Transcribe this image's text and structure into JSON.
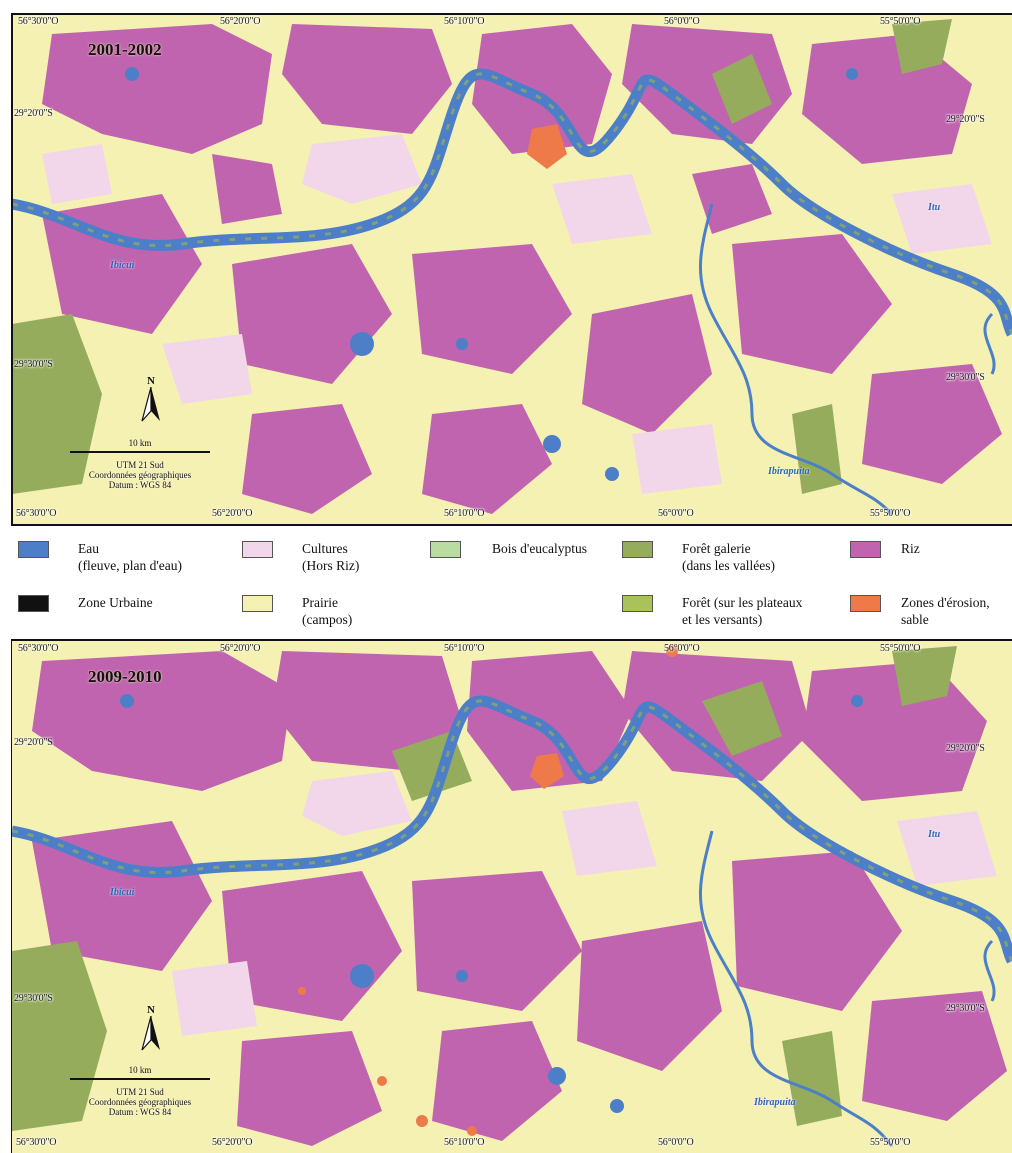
{
  "legend": {
    "items": [
      {
        "label": "Eau\n(fleuve, plan d'eau)",
        "color": "#4c7fc8"
      },
      {
        "label": "Cultures\n(Hors Riz)",
        "color": "#f2d7ea"
      },
      {
        "label": "Bois d'eucalyptus",
        "color": "#b9dca0"
      },
      {
        "label": "Forêt galerie\n(dans les vallées)",
        "color": "#95ac5c"
      },
      {
        "label": "Riz",
        "color": "#c064b0"
      },
      {
        "label": "Zone Urbaine",
        "color": "#111111"
      },
      {
        "label": "Prairie\n(campos)",
        "color": "#f5f1b3"
      },
      {
        "label": "Forêt (sur les plateaux\net les versants)",
        "color": "#a9c35a"
      },
      {
        "label": "Zones d'érosion,\nsable",
        "color": "#ee7a4a"
      }
    ]
  },
  "maps": [
    {
      "period": "2001-2002",
      "coords": {
        "top": [
          "56°30'0\"O",
          "56°20'0\"O",
          "56°10'0\"O",
          "56°0'0\"O",
          "55°50'0\"O"
        ],
        "bottom": [
          "56°30'0\"O",
          "56°20'0\"O",
          "56°10'0\"O",
          "56°0'0\"O",
          "55°50'0\"O"
        ],
        "left": [
          "29°20'0\"S",
          "29°30'0\"S"
        ],
        "right": [
          "29°20'0\"S",
          "29°30'0\"S"
        ]
      },
      "rivers": [
        "Ibicui",
        "Itu",
        "Ibirapuita"
      ],
      "north_letter": "N",
      "scale_label": "10 km",
      "projection": [
        "UTM 21 Sud",
        "Coordonnées géographiques",
        "Datum : WGS 84"
      ]
    },
    {
      "period": "2009-2010",
      "coords": {
        "top": [
          "56°30'0\"O",
          "56°20'0\"O",
          "56°10'0\"O",
          "56°0'0\"O",
          "55°50'0\"O"
        ],
        "bottom": [
          "56°30'0\"O",
          "56°20'0\"O",
          "56°10'0\"O",
          "56°0'0\"O",
          "55°50'0\"O"
        ],
        "left": [
          "29°20'0\"S",
          "29°30'0\"S"
        ],
        "right": [
          "29°20'0\"S",
          "29°30'0\"S"
        ]
      },
      "rivers": [
        "Ibicui",
        "Itu",
        "Ibirapuita"
      ],
      "north_letter": "N",
      "scale_label": "10 km",
      "projection": [
        "UTM 21 Sud",
        "Coordonnées géographiques",
        "Datum : WGS 84"
      ]
    }
  ]
}
